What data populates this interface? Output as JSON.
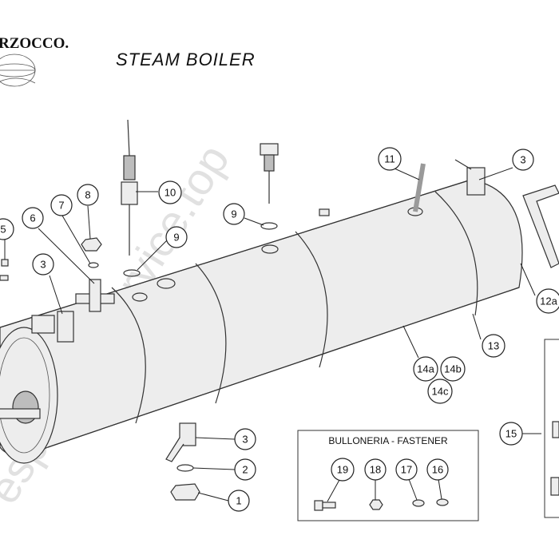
{
  "header": {
    "brand": "RZOCCO.",
    "title": "STEAM BOILER"
  },
  "fastener_box": {
    "title": "BULLONERIA - FASTENER"
  },
  "watermark": "espresso-service.top",
  "callouts": {
    "c1": "1",
    "c2": "2",
    "c3a": "3",
    "c3b": "3",
    "c3c": "3",
    "c5": "5",
    "c6": "6",
    "c7": "7",
    "c8": "8",
    "c9a": "9",
    "c9b": "9",
    "c10": "10",
    "c11": "11",
    "c12a": "12a",
    "c13": "13",
    "c14a": "14a",
    "c14b": "14b",
    "c14c": "14c",
    "c15": "15",
    "c16": "16",
    "c17": "17",
    "c18": "18",
    "c19": "19"
  },
  "colors": {
    "line": "#333333",
    "part_fill": "#ededed",
    "watermark": "#d8d8d8"
  }
}
